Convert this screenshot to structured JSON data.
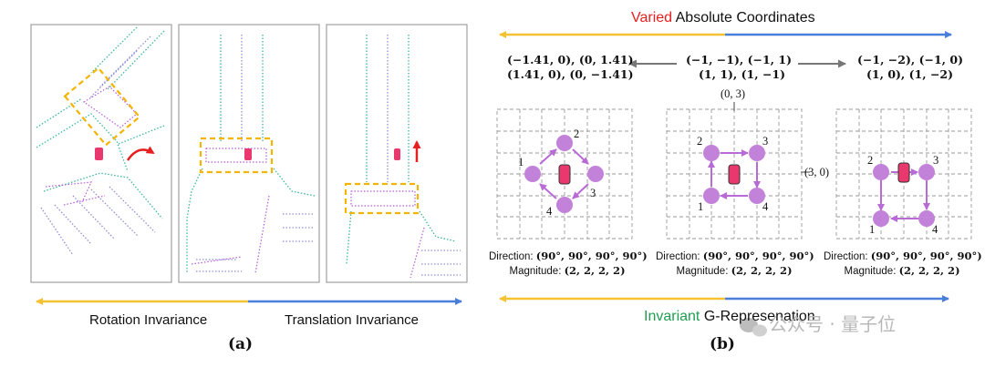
{
  "title": {
    "varied_word": "Varied",
    "rest": " Absolute Coordinates"
  },
  "bottom_title": {
    "invariant_word": "Invariant",
    "rest": " G-Represenation"
  },
  "left_axis": {
    "rotation_label": "Rotation Invariance",
    "translation_label": "Translation Invariance"
  },
  "subcaptions": {
    "a": "(a)",
    "b": "(b)"
  },
  "coords": {
    "left_line1": "(−1.41, 0), (0, 1.41)",
    "left_line2": "(1.41, 0), (0, −1.41)",
    "center_line1": "(−1, −1), (−1, 1)",
    "center_line2": "(1, 1), (1, −1)",
    "right_line1": "(−1, −2), (−1, 0)",
    "right_line2": "(1, 0), (1, −2)"
  },
  "axis_labels": {
    "top": "(0, 3)",
    "right": "(3, 0)"
  },
  "point_labels": [
    "1",
    "2",
    "3",
    "4"
  ],
  "caption": {
    "direction_prefix": "Direction: ",
    "direction_value": "(90°, 90°, 90°, 90°)",
    "magnitude_prefix": "Magnitude: ",
    "magnitude_value": "(2, 2, 2, 2)"
  },
  "watermark": "公众号 · 量子位",
  "colors": {
    "yellow": "#f5c232",
    "blue": "#4a7fd9",
    "red": "#e62020",
    "green": "#1f9e50",
    "teal": "#3cb7a0",
    "lavender": "#8f8fd6",
    "purple": "#b85cd6",
    "node": "#c382d9",
    "car": "#e8386e",
    "grey": "#777777"
  }
}
